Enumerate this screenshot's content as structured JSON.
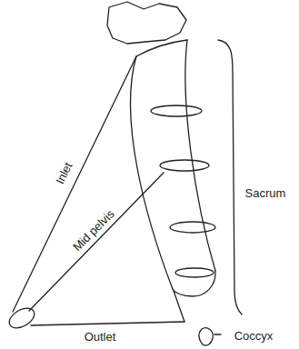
{
  "diagram": {
    "labels": [
      "Inlet",
      "Mid pelvis",
      "Outlet",
      "Sacrum",
      "Coccyx"
    ]
  }
}
